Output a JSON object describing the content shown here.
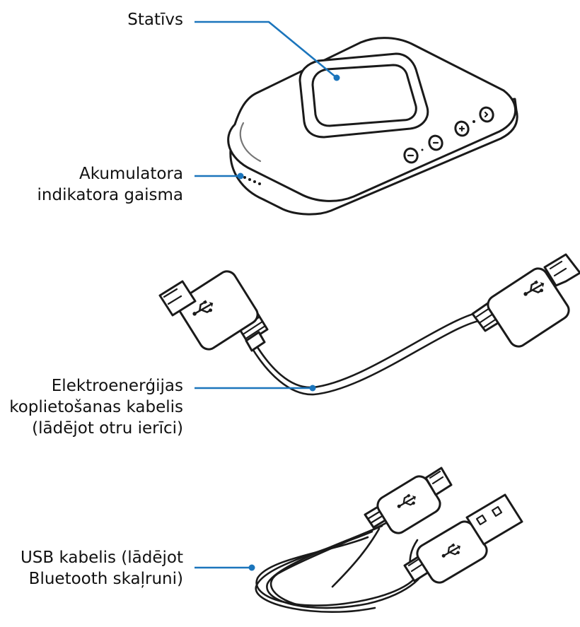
{
  "accent_color": "#1b75bc",
  "callouts": {
    "stand": {
      "label": "Statīvs"
    },
    "battery_led": {
      "lines": [
        "Akumulatora",
        "indikatora gaisma"
      ]
    },
    "power_sharing_cable": {
      "lines": [
        "Elektroenerģijas",
        "koplietošanas kabelis",
        "(lādējot otru ierīci)"
      ]
    },
    "usb_cable": {
      "lines": [
        "USB kabelis (lādējot",
        "Bluetooth skaļruni)"
      ]
    }
  },
  "illustrations": {
    "speaker": "bluetooth-speaker-device",
    "cable_1": "micro-usb-to-micro-usb-cable",
    "cable_2": "usb-to-micro-usb-cable",
    "usb_symbol": "usb-trident-icon"
  }
}
